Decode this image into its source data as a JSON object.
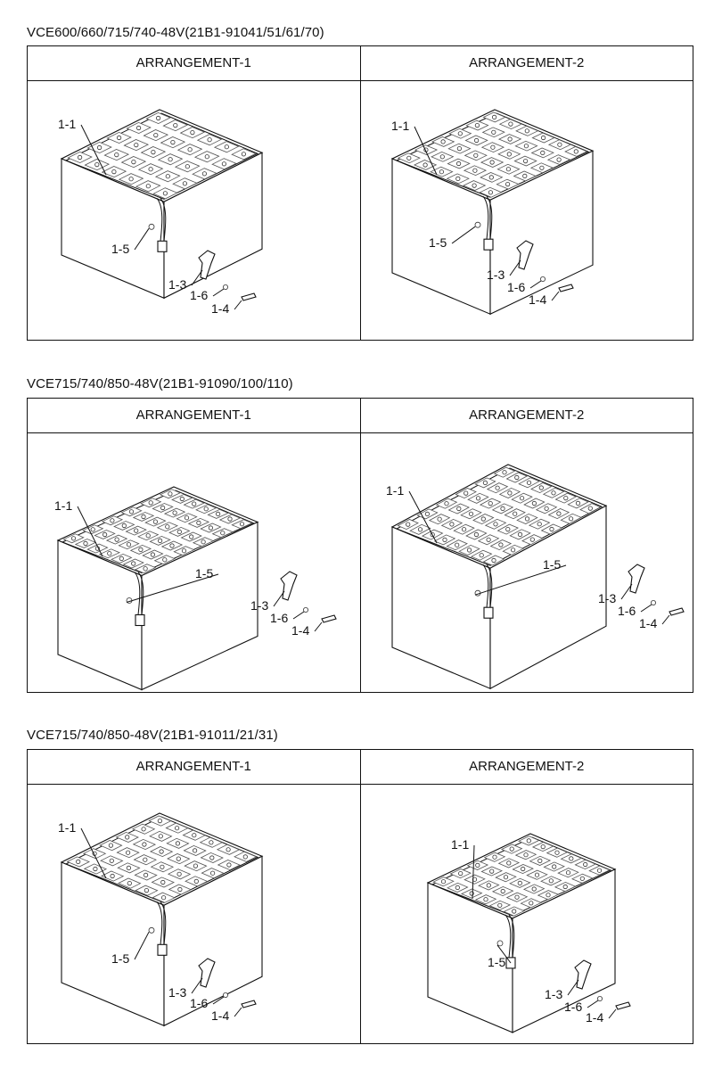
{
  "sections": [
    {
      "title": "VCE600/660/715/740-48V(21B1-91041/51/61/70)",
      "arrangements": [
        {
          "header": "ARRANGEMENT-1",
          "labels": [
            "1-1",
            "1-5",
            "1-3",
            "1-6",
            "1-4"
          ]
        },
        {
          "header": "ARRANGEMENT-2",
          "labels": [
            "1-1",
            "1-5",
            "1-3",
            "1-6",
            "1-4"
          ]
        }
      ]
    },
    {
      "title": "VCE715/740/850-48V(21B1-91090/100/110)",
      "arrangements": [
        {
          "header": "ARRANGEMENT-1",
          "labels": [
            "1-1",
            "1-5",
            "1-3",
            "1-6",
            "1-4"
          ]
        },
        {
          "header": "ARRANGEMENT-2",
          "labels": [
            "1-1",
            "1-5",
            "1-3",
            "1-6",
            "1-4"
          ]
        }
      ]
    },
    {
      "title": "VCE715/740/850-48V(21B1-91011/21/31)",
      "arrangements": [
        {
          "header": "ARRANGEMENT-1",
          "labels": [
            "1-1",
            "1-5",
            "1-3",
            "1-6",
            "1-4"
          ]
        },
        {
          "header": "ARRANGEMENT-2",
          "labels": [
            "1-1",
            "1-5",
            "1-3",
            "1-6",
            "1-4"
          ]
        }
      ]
    }
  ]
}
